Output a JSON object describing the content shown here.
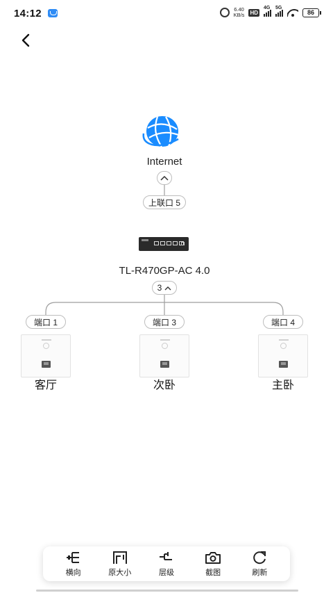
{
  "status_bar": {
    "time": "14:12",
    "speed_value": "6.40",
    "speed_unit": "KB/s",
    "hd": "HD",
    "sim1": "4G",
    "sim2": "5G",
    "battery": "86"
  },
  "topology": {
    "internet_label": "Internet",
    "uplink_label": "上联口 5",
    "router_name": "TL-R470GP-AC 4.0",
    "child_count": "3",
    "devices": [
      {
        "port": "端口 1",
        "room": "客厅"
      },
      {
        "port": "端口 3",
        "room": "次卧"
      },
      {
        "port": "端口 4",
        "room": "主卧"
      }
    ]
  },
  "toolbar": {
    "items": [
      {
        "label": "横向",
        "icon": "horizontal-layout-icon"
      },
      {
        "label": "原大小",
        "icon": "original-size-icon"
      },
      {
        "label": "层级",
        "icon": "hierarchy-icon"
      },
      {
        "label": "截图",
        "icon": "camera-icon"
      },
      {
        "label": "刷新",
        "icon": "refresh-icon"
      }
    ]
  },
  "colors": {
    "globe": "#1a8cff",
    "line": "#9e9e9e"
  }
}
